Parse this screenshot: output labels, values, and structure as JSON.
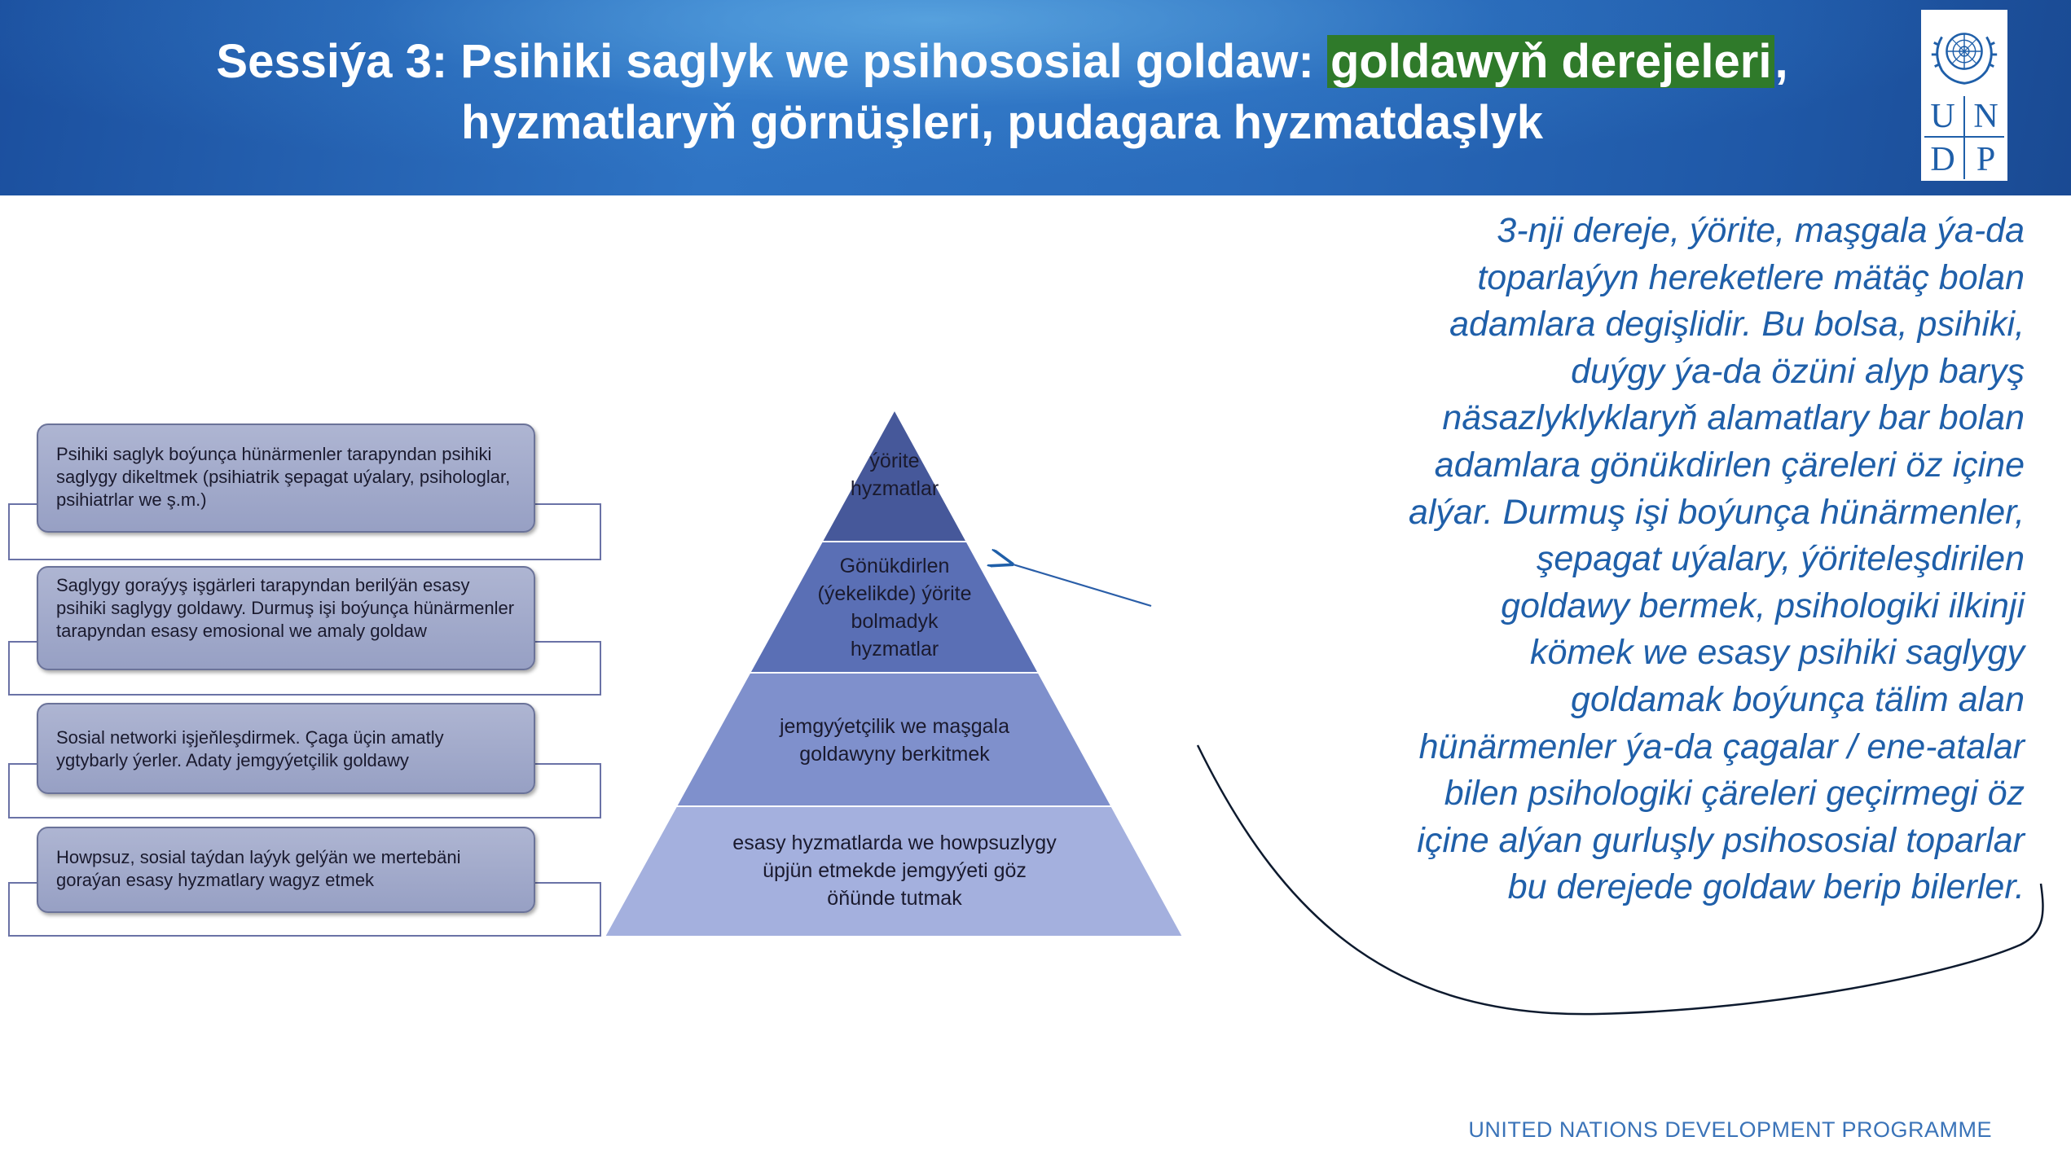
{
  "header": {
    "title_part1": "Sessiýa 3: Psihiki saglyk we psihososial goldaw: ",
    "title_highlight": "goldawyň derejeleri",
    "title_part2": ",",
    "title_line2": "hyzmatlaryň görnüşleri, pudagara hyzmatdaşlyk",
    "highlight_color": "#2f7a2a"
  },
  "logo": {
    "letters": [
      "U",
      "N",
      "D",
      "P"
    ],
    "icon": "un-emblem-icon"
  },
  "left_boxes": [
    {
      "text": "Psihiki saglyk boýunça hünärmenler tarapyndan psihiki saglygy dikeltmek (psihiatrik  şepagat uýalary, psihologlar, psihiatrlar we ş.m.)"
    },
    {
      "text": "Saglygy goraýyş işgärleri tarapyndan berilýän esasy psihiki saglygy goldawy. Durmuş işi boýunça hünärmenler tarapyndan esasy emosional we amaly goldaw"
    },
    {
      "text": "Sosial networki işjeňleşdirmek. Çaga üçin amatly ygtybarly ýerler. Adaty jemgyýetçilik goldawy"
    },
    {
      "text": "Howpsuz, sosial taýdan laýyk gelýän we  mertebäni goraýan esasy hyzmatlary wagyz etmek"
    }
  ],
  "pyramid": {
    "levels": [
      {
        "lines": [
          "ýörite",
          "hyzmatlar"
        ],
        "color": "#46589a"
      },
      {
        "lines": [
          "Gönükdirlen",
          "(ýekelikde)  ýörite",
          "bolmadyk",
          "hyzmatlar"
        ],
        "color": "#5a6fb5"
      },
      {
        "lines": [
          "jemgyýetçilik  we maşgala",
          "goldawyny  berkitmek"
        ],
        "color": "#7f90cc"
      },
      {
        "lines": [
          "esasy  hyzmatlarda  we howpsuzlygy",
          "üpjün  etmekde  jemgyýeti  göz",
          "öňünde  tutmak"
        ],
        "color": "#a4b0de"
      }
    ]
  },
  "paragraph": {
    "lines": [
      "3-nji dereje, ýörite, maşgala ýa-da",
      "toparlaýyn hereketlere mätäç bolan",
      "adamlara degişlidir. Bu bolsa, psihiki,",
      "duýgy ýa-da özüni alyp baryş",
      "näsazlyklyklaryň alamatlary bar bolan",
      "adamlara gönükdirlen çäreleri öz içine",
      "alýar. Durmuş işi boýunça hünärmenler,",
      "şepagat uýalary, ýöriteleşdirilen",
      "goldawy bermek, psihologiki ilkinji",
      "kömek we esasy psihiki saglygy",
      "goldamak boýunça tälim alan",
      "hünärmenler ýa-da çagalar / ene-atalar",
      "bilen psihologiki çäreleri geçirmegi öz",
      "içine alýan gurluşly psihososial toparlar",
      "bu derejede goldaw berip bilerler."
    ],
    "color": "#1f5fa9"
  },
  "footer": {
    "text": "UNITED NATIONS DEVELOPMENT PROGRAMME"
  }
}
